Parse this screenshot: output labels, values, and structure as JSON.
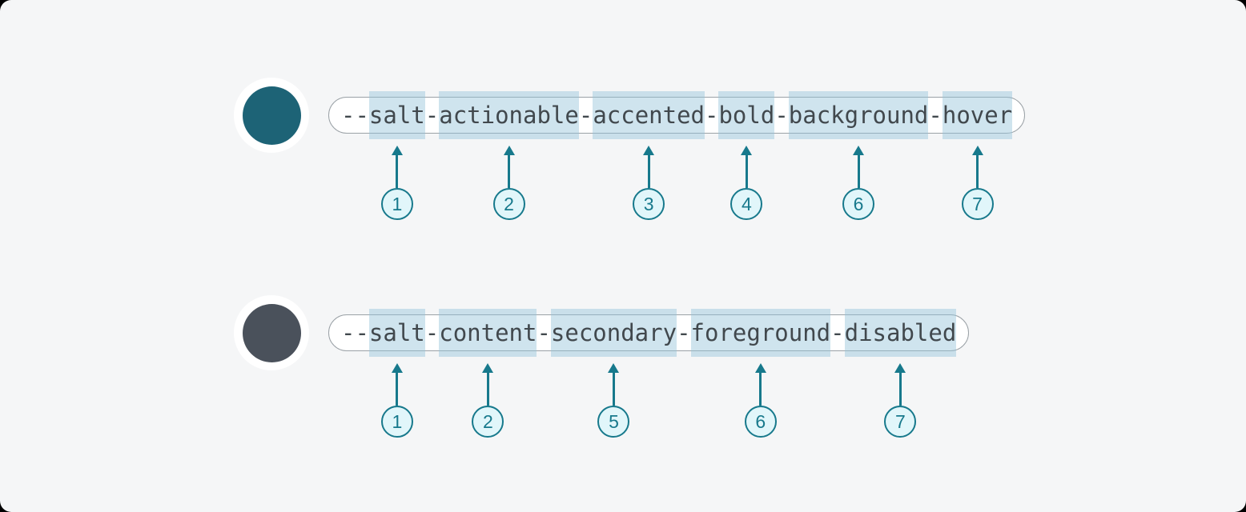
{
  "colors": {
    "page_background": "#000000",
    "card_background": "#f5f6f7",
    "pill_background": "#ffffff",
    "pill_border": "#9aa1a6",
    "token_text": "#41484d",
    "segment_highlight": "#cfe4ee",
    "teal_accent": "#17798c",
    "marker_circle_fill": "#e1f6fa",
    "swatch_ring": "#ffffff",
    "row1_swatch": "#1d6376",
    "row2_swatch": "#4a515b"
  },
  "rows": [
    {
      "token": "--salt-actionable-accented-bold-background-hover",
      "swatch_color": "#1d6376",
      "prefix": "--",
      "separator": "-",
      "segments": [
        {
          "label": "salt",
          "marker": "1"
        },
        {
          "label": "actionable",
          "marker": "2"
        },
        {
          "label": "accented",
          "marker": "3"
        },
        {
          "label": "bold",
          "marker": "4"
        },
        {
          "label": "background",
          "marker": "6"
        },
        {
          "label": "hover",
          "marker": "7"
        }
      ]
    },
    {
      "token": "--salt-content-secondary-foreground-disabled",
      "swatch_color": "#4a515b",
      "prefix": "--",
      "separator": "-",
      "segments": [
        {
          "label": "salt",
          "marker": "1"
        },
        {
          "label": "content",
          "marker": "2"
        },
        {
          "label": "secondary",
          "marker": "5"
        },
        {
          "label": "foreground",
          "marker": "6"
        },
        {
          "label": "disabled",
          "marker": "7"
        }
      ]
    }
  ]
}
